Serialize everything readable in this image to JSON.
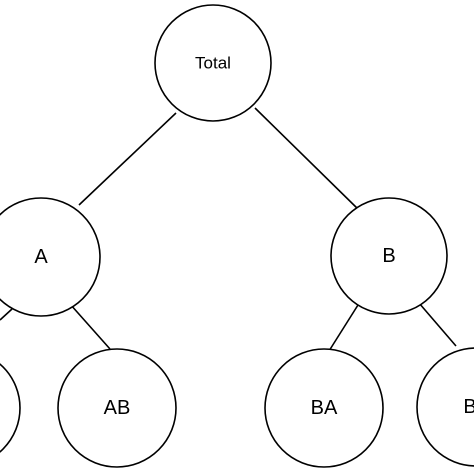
{
  "diagram": {
    "nodes": {
      "total": {
        "label": "Total"
      },
      "a": {
        "label": "A"
      },
      "b": {
        "label": "B"
      },
      "aa": {
        "label": ""
      },
      "ab": {
        "label": "AB"
      },
      "ba": {
        "label": "BA"
      },
      "bb": {
        "label": "B"
      }
    },
    "edges": [
      {
        "from": "Total",
        "to": "A"
      },
      {
        "from": "Total",
        "to": "B"
      },
      {
        "from": "A",
        "to": "AA"
      },
      {
        "from": "A",
        "to": "AB"
      },
      {
        "from": "B",
        "to": "BA"
      },
      {
        "from": "B",
        "to": "BB"
      }
    ],
    "colors": {
      "stroke": "#000000",
      "fill": "#ffffff",
      "background": "#ffffff"
    }
  }
}
